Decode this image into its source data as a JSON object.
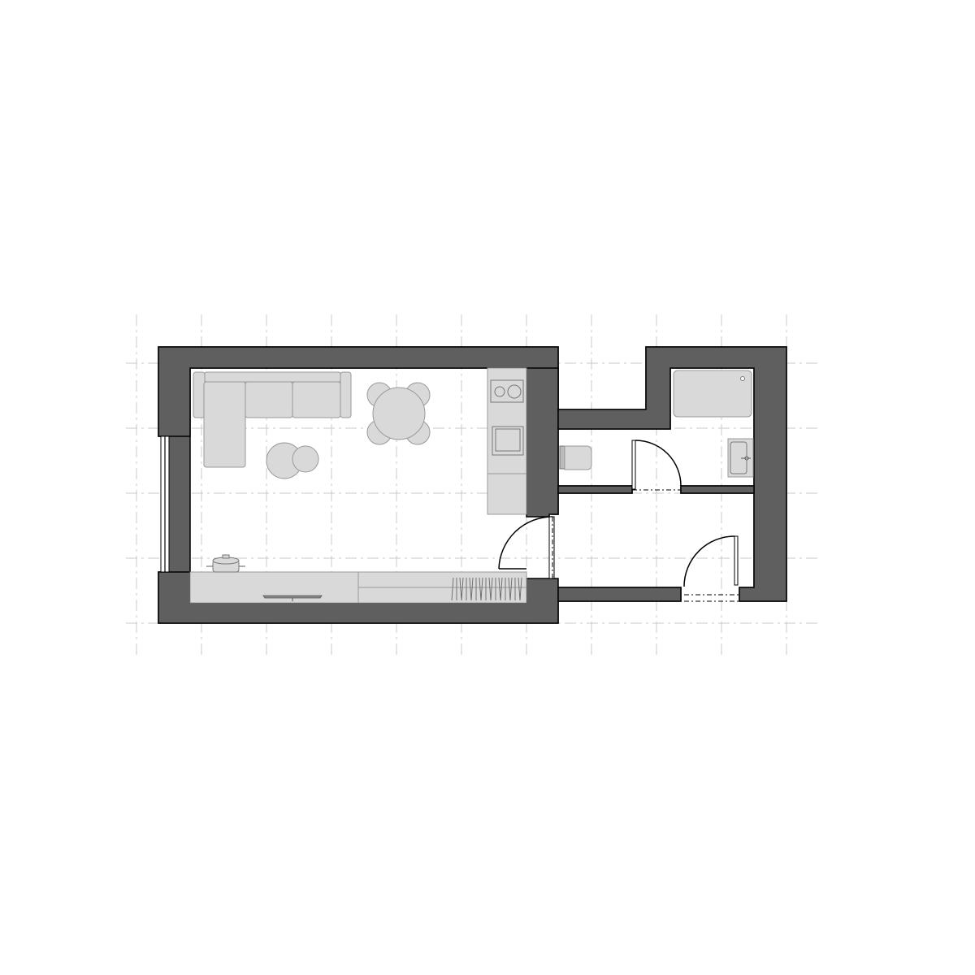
{
  "colors": {
    "wall": "#5f5f5f",
    "furniture_fill": "#d9d9d9",
    "furniture_stroke": "#999999",
    "grid": "#c8c8c8",
    "background": "#ffffff"
  },
  "elements": {
    "living_room": [
      "sofa",
      "round-coffee-table",
      "round-dining-table",
      "dining-chairs",
      "tv",
      "cooking-pot",
      "wardrobe"
    ],
    "kitchen": [
      "cooktop",
      "oven",
      "counter"
    ],
    "bathroom": [
      "bathtub",
      "sink",
      "toilet"
    ],
    "openings": [
      "window",
      "entrance-door",
      "bathroom-door",
      "living-room-door"
    ]
  }
}
